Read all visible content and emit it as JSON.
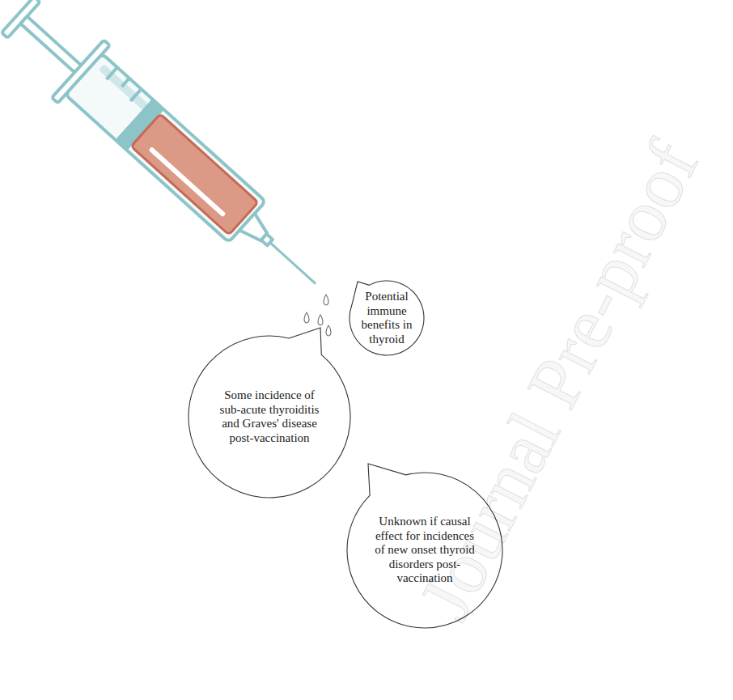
{
  "diagram": {
    "nodes": [
      {
        "text": [
          "Potential immune benefits in thyroid"
        ]
      },
      {
        "text": [
          "Some incidence of sub-acute thyroiditis and Graves' disease post-vaccination"
        ]
      },
      {
        "text": [
          "Unknown if causal effect for incidences of new onset thyroid disorders post-vaccination"
        ]
      }
    ],
    "labels": [
      "Journal Pre-proof"
    ]
  }
}
